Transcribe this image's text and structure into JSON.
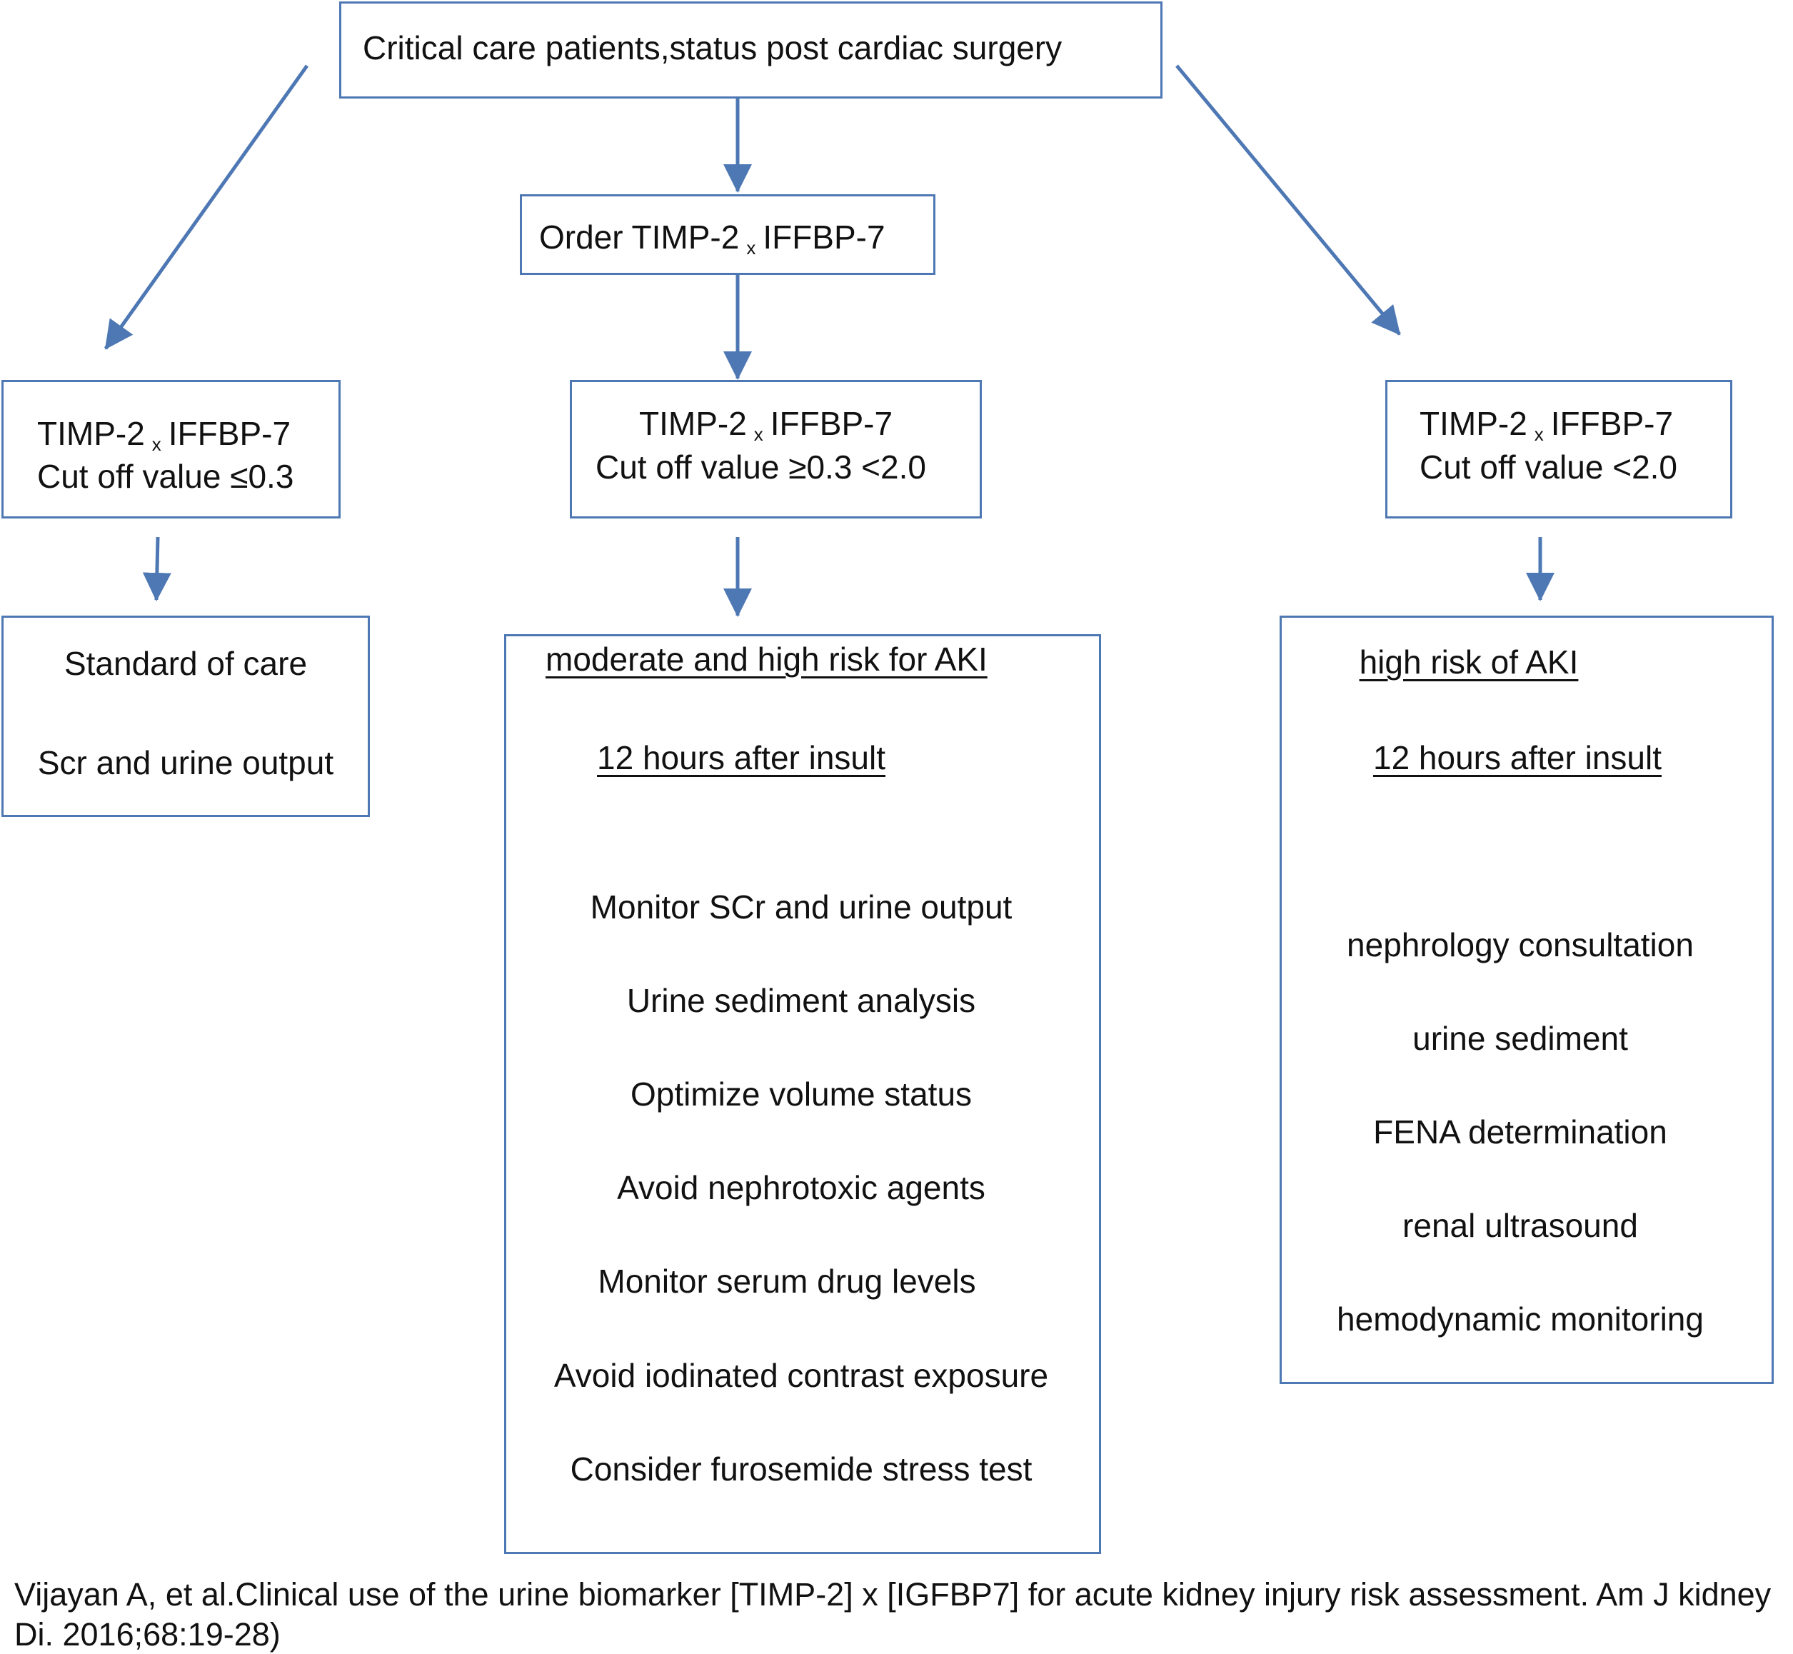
{
  "top": {
    "label": "Critical care patients,status post cardiac surgery"
  },
  "order": {
    "prefix": "Order TIMP-2",
    "times": "x",
    "suffix": "IFFBP-7"
  },
  "low": {
    "line1_prefix": "TIMP-2",
    "line1_times": "x",
    "line1_suffix": "IFFBP-7",
    "line2": "Cut off value ≤0.3",
    "outcome": [
      "Standard of care",
      "Scr and urine output"
    ]
  },
  "mid": {
    "line1_prefix": "TIMP-2",
    "line1_times": "x",
    "line1_suffix": "IFFBP-7",
    "line2": "Cut off value ≥0.3 <2.0",
    "heading": "moderate and high risk for AKI",
    "timing": "12 hours after insult",
    "items": [
      "Monitor SCr and urine output",
      "Urine sediment analysis",
      "Optimize volume status",
      "Avoid nephrotoxic agents",
      "Monitor serum  drug levels",
      "Avoid iodinated contrast exposure",
      "Consider furosemide stress test"
    ]
  },
  "high": {
    "line1_prefix": "TIMP-2",
    "line1_times": "x",
    "line1_suffix": "IFFBP-7",
    "line2": "Cut off value <2.0",
    "heading": "high risk of AKI",
    "timing": "12 hours after insult",
    "items": [
      "nephrology consultation",
      "urine sediment",
      "FENA determination",
      "renal ultrasound",
      "hemodynamic monitoring"
    ]
  },
  "citation": "Vijayan A, et al.Clinical use of the urine biomarker [TIMP-2] x [IGFBP7]  for acute kidney injury risk assessment. Am J kidney Di. 2016;68:19-28)",
  "colors": {
    "box_border": "#4e78b4",
    "arrow": "#4e78b4",
    "text": "#111111"
  }
}
